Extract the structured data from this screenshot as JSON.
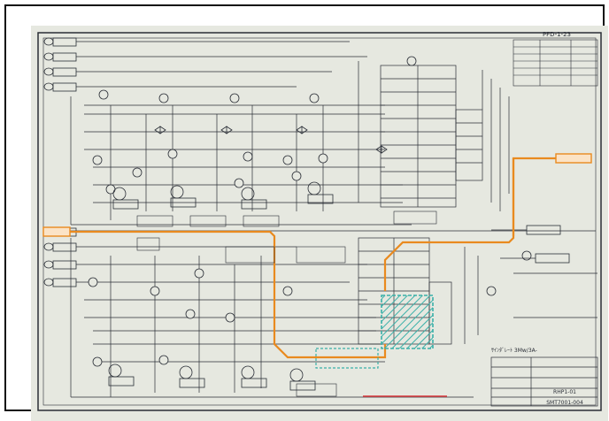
{
  "drawing": {
    "sheet_code": "PFD-1-23",
    "bottom_tag": "RHP1-01",
    "stamp_text": "SMT7001-004",
    "scale_note": "ｻｲﾝﾀﾞﾚｰﾄ 3Mw/3A-",
    "colors": {
      "paper": "#e6e8e0",
      "line": "#2a2e36",
      "highlight": "#e98a1f",
      "hatch": "#3ab0a8",
      "accent_red": "#d9363a"
    }
  }
}
